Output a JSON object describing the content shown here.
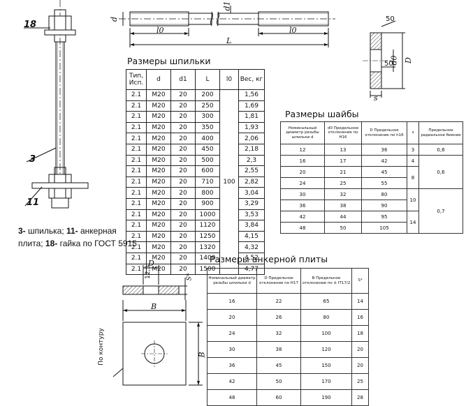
{
  "labels": {
    "d": "d",
    "d1": "d1",
    "l0_left": "l0",
    "l0_right": "l0",
    "L": "L",
    "item_18": "18",
    "item_3": "3",
    "item_11": "11",
    "washer_angle_top": "50",
    "washer_angle_bottom": "50",
    "washer_d0": "d0",
    "washer_D": "D",
    "washer_s": "s",
    "plate_D": "D",
    "plate_12_5": "12,5",
    "plate_S": "S*",
    "plate_B_top": "B",
    "plate_B_side": "B",
    "plate_contour": "По контуру"
  },
  "legend": {
    "l1_num": "3-",
    "l1_text": " шпилька; ",
    "l1_num2": "11-",
    "l1_text2": " анкерная",
    "l2_text": "плита; ",
    "l2_num": "18-",
    "l2_text2": " гайка по ГОСТ 5915"
  },
  "stud_table": {
    "title": "Размеры шпильки",
    "headers": [
      "Тип, Исп.",
      "d",
      "d1",
      "L",
      "l0",
      "Вес, кг"
    ],
    "l0_value": "100",
    "rows": [
      [
        "2.1",
        "M20",
        "20",
        "200",
        "1,56"
      ],
      [
        "2.1",
        "M20",
        "20",
        "250",
        "1,69"
      ],
      [
        "2.1",
        "M20",
        "20",
        "300",
        "1,81"
      ],
      [
        "2.1",
        "M20",
        "20",
        "350",
        "1,93"
      ],
      [
        "2.1",
        "M20",
        "20",
        "400",
        "2,06"
      ],
      [
        "2.1",
        "M20",
        "20",
        "450",
        "2,18"
      ],
      [
        "2.1",
        "M20",
        "20",
        "500",
        "2,3"
      ],
      [
        "2.1",
        "M20",
        "20",
        "600",
        "2,55"
      ],
      [
        "2.1",
        "M20",
        "20",
        "710",
        "2,82"
      ],
      [
        "2.1",
        "M20",
        "20",
        "800",
        "3,04"
      ],
      [
        "2.1",
        "M20",
        "20",
        "900",
        "3,29"
      ],
      [
        "2.1",
        "M20",
        "20",
        "1000",
        "3,53"
      ],
      [
        "2.1",
        "M20",
        "20",
        "1120",
        "3,84"
      ],
      [
        "2.1",
        "M20",
        "20",
        "1250",
        "4,15"
      ],
      [
        "2.1",
        "M20",
        "20",
        "1320",
        "4,32"
      ],
      [
        "2.1",
        "M20",
        "20",
        "1400",
        "4,52"
      ],
      [
        "2.1",
        "M20",
        "20",
        "1500",
        "4,77"
      ]
    ]
  },
  "washer_table": {
    "title": "Размеры шайбы",
    "headers": [
      "Номинальный диаметр резьбы шпильки d",
      "d0 Предельное отклонение по H16",
      "D Предельное отклонение по h16",
      "s",
      "Предельное радиальное биение"
    ],
    "rows": [
      [
        "12",
        "13",
        "36",
        "3",
        "0,6"
      ],
      [
        "16",
        "17",
        "42",
        "4",
        ""
      ],
      [
        "20",
        "21",
        "45",
        "",
        "0,6"
      ],
      [
        "24",
        "25",
        "55",
        "",
        ""
      ],
      [
        "30",
        "32",
        "80",
        "",
        ""
      ],
      [
        "36",
        "38",
        "90",
        "10",
        "0,7"
      ],
      [
        "42",
        "44",
        "95",
        "",
        ""
      ],
      [
        "48",
        "50",
        "105",
        "14",
        ""
      ]
    ],
    "s_8": "8"
  },
  "plate_table": {
    "title": "Размеры анкерной плиты",
    "headers": [
      "Номинальный диаметр резьбы шпильки d",
      "D Предельное отклонение по H17",
      "B Предельное отклонение по ± IT17/2",
      "S*"
    ],
    "rows": [
      [
        "16",
        "22",
        "65",
        "14"
      ],
      [
        "20",
        "26",
        "80",
        "16"
      ],
      [
        "24",
        "32",
        "100",
        "18"
      ],
      [
        "30",
        "38",
        "120",
        "20"
      ],
      [
        "36",
        "45",
        "150",
        "20"
      ],
      [
        "42",
        "50",
        "170",
        "25"
      ],
      [
        "48",
        "60",
        "190",
        "28"
      ]
    ]
  }
}
